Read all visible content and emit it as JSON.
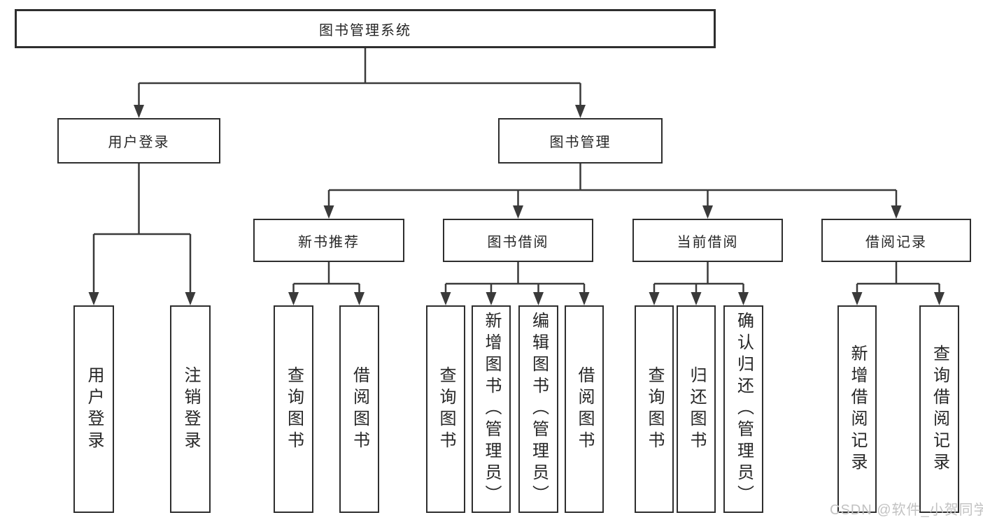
{
  "diagram": {
    "root": {
      "label": "图书管理系统"
    },
    "level2": [
      {
        "label": "用户登录"
      },
      {
        "label": "图书管理"
      }
    ],
    "level3": [
      {
        "label": "新书推荐"
      },
      {
        "label": "图书借阅"
      },
      {
        "label": "当前借阅"
      },
      {
        "label": "借阅记录"
      }
    ],
    "groups": [
      {
        "parent": "用户登录",
        "children": [
          {
            "label": "用户登录"
          },
          {
            "label": "注销登录"
          }
        ]
      },
      {
        "parent": "新书推荐",
        "children": [
          {
            "label": "查询图书"
          },
          {
            "label": "借阅图书"
          }
        ]
      },
      {
        "parent": "图书借阅",
        "children": [
          {
            "label": "查询图书"
          },
          {
            "label": "新增图书（管理员）"
          },
          {
            "label": "编辑图书（管理员）"
          },
          {
            "label": "借阅图书"
          }
        ]
      },
      {
        "parent": "当前借阅",
        "children": [
          {
            "label": "查询图书"
          },
          {
            "label": "归还图书"
          },
          {
            "label": "确认归还（管理员）"
          }
        ]
      },
      {
        "parent": "借阅记录",
        "children": [
          {
            "label": "新增借阅记录"
          },
          {
            "label": "查询借阅记录"
          }
        ]
      }
    ],
    "watermark": "CSDN @软件_小贺同学",
    "colors": {
      "line": "#3a3a3a",
      "box_border": "#2e2e2e",
      "text": "#262626",
      "watermark": "#c2c2c2",
      "background": "#ffffff"
    }
  }
}
